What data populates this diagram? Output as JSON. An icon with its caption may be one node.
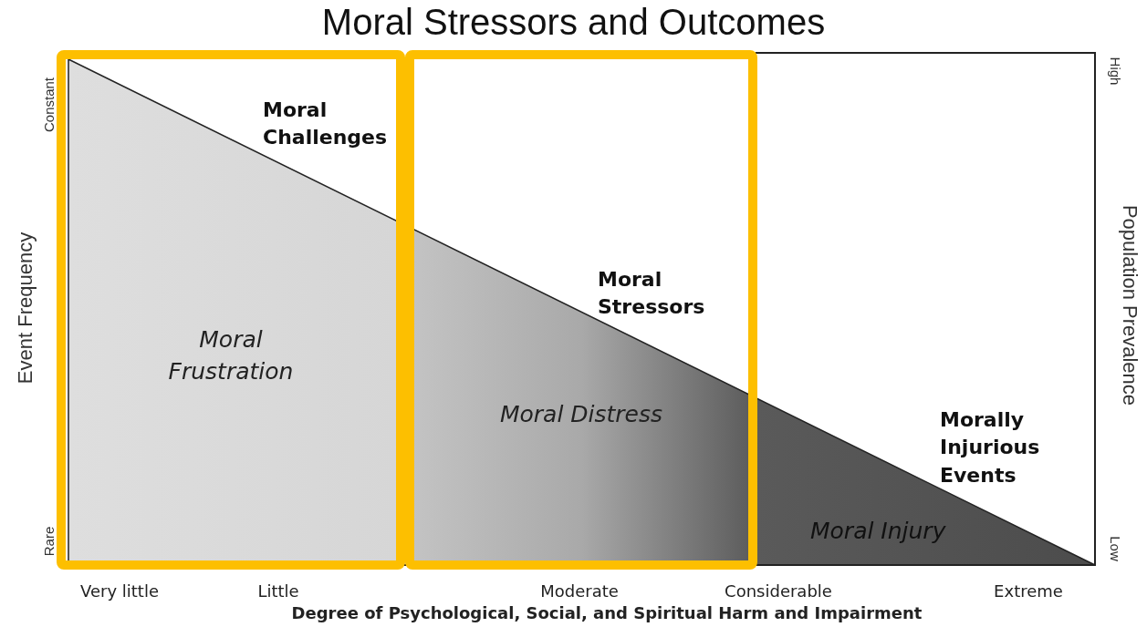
{
  "diagram": {
    "title": "Moral Stressors and Outcomes",
    "nodes": [
      {
        "text": [
          "Moral Frustration"
        ]
      },
      {
        "text": [
          "Moral Distress"
        ]
      }
    ],
    "labels": [
      "Moral Challenges",
      "Moral Stressors",
      "Morally Injurious Events",
      "Moral Injury",
      "Constant",
      "Event Frequency",
      "Rare",
      "High",
      "Population Prevalence",
      "Low",
      "Very little",
      "Little",
      "Moderate",
      "Considerable",
      "Extreme",
      "Degree of Psychological, Social, and Spiritual Harm and Impairment"
    ]
  }
}
